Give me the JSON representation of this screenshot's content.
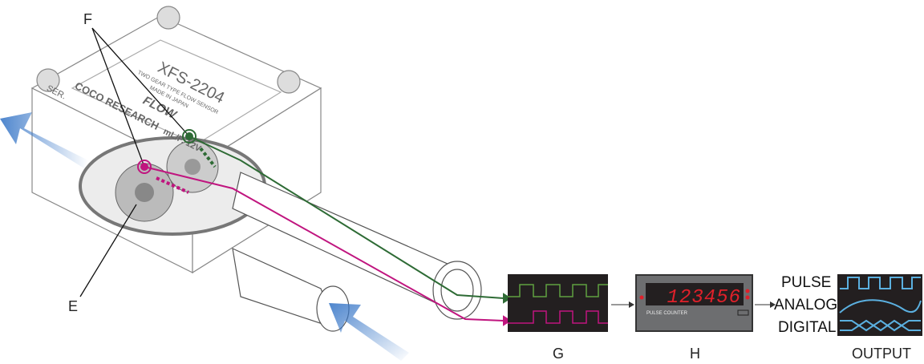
{
  "labels": {
    "F": "F",
    "E": "E",
    "G": "G",
    "H": "H",
    "output": "OUTPUT"
  },
  "sensor": {
    "model": "XFS-2204",
    "type": "TWO GEAR TYPE FLOW SENSOR",
    "origin": "MADE IN JAPAN",
    "flow": "FLOW",
    "brand": "COCO RESEARCH",
    "serial": "SER.",
    "spec": "mL/P. 12V"
  },
  "counter": {
    "display": "123456",
    "caption": "PULSE COUNTER"
  },
  "outputs": [
    "PULSE",
    "ANALOG",
    "DIGITAL"
  ],
  "colors": {
    "green": "#2e6b35",
    "magenta": "#c0157f",
    "output_wave": "#5bb0e0",
    "display_red": "#e0202a"
  }
}
